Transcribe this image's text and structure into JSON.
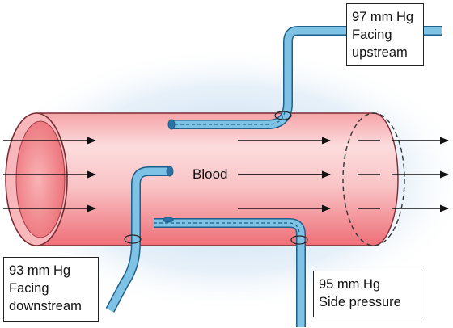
{
  "diagram": {
    "center_label": "Blood",
    "probes": [
      {
        "id": "upstream",
        "lines": [
          "97 mm Hg",
          "Facing",
          "upstream"
        ]
      },
      {
        "id": "downstream",
        "lines": [
          "93 mm Hg",
          "Facing",
          "downstream"
        ]
      },
      {
        "id": "side",
        "lines": [
          "95 mm Hg",
          "Side pressure"
        ]
      }
    ]
  },
  "colors": {
    "vessel_fill": "#f07a82",
    "vessel_light": "#fbd3d5",
    "tube_fill": "#7ec3e6",
    "tube_edge": "#1f5f8a",
    "glow": "#b9d6ee",
    "arrow": "#111111"
  }
}
